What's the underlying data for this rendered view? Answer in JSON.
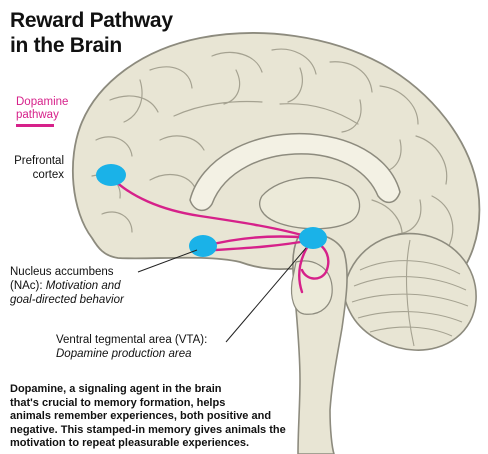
{
  "title": {
    "line1": "Reward Pathway",
    "line2": "in the Brain"
  },
  "legend": {
    "line1": "Dopamine",
    "line2": "pathway",
    "color": "#d6218a"
  },
  "labels": {
    "prefrontal": {
      "line1": "Prefrontal",
      "line2": "cortex"
    },
    "nac": {
      "line1": "Nucleus accumbens",
      "line2_plain": "(NAc): ",
      "line2_italic": "Motivation and",
      "line3_italic": "goal-directed behavior"
    },
    "vta": {
      "line1": "Ventral tegmental area (VTA):",
      "line2_italic": "Dopamine production area"
    }
  },
  "footer": {
    "line1": "Dopamine, a signaling agent in the brain",
    "line2": "that's crucial to memory formation, helps",
    "line3": "animals remember experiences, both positive and",
    "line4": "negative. This stamped-in memory gives animals the",
    "line5": "motivation to repeat pleasurable experiences."
  },
  "colors": {
    "brain_fill": "#e8e5d4",
    "brain_outline": "#8d8b7e",
    "highlight_blue": "#1ab2e8",
    "pathway_magenta": "#d6218a"
  },
  "regions": [
    "prefrontal-cortex",
    "nucleus-accumbens",
    "ventral-tegmental-area"
  ]
}
